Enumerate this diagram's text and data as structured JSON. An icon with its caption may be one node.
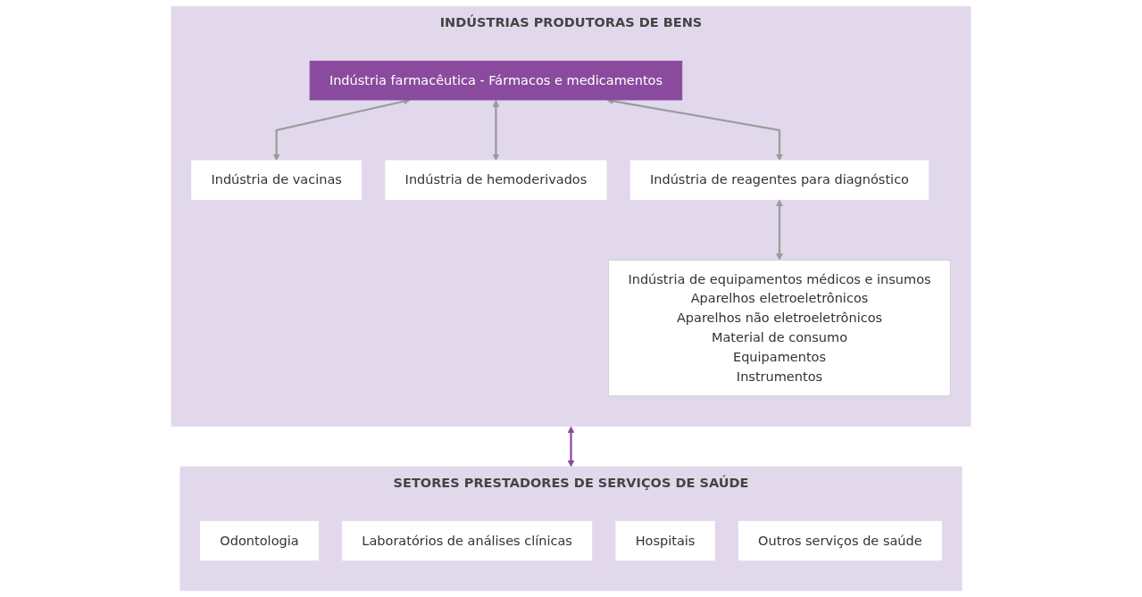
{
  "diagram": {
    "nodes": [
      {
        "text": [
          "INDÚSTRIAS PRODUTORAS DE BENS"
        ]
      },
      {
        "text": [
          "Indústria farmacêutica - Fármacos e medicamentos"
        ],
        "in": 0
      },
      {
        "text": [
          "Indústria de vacinas"
        ],
        "in": 0
      },
      {
        "text": [
          "Indústria de hemoderivados"
        ],
        "in": 0
      },
      {
        "text": [
          "Indústria de reagentes para diagnóstico"
        ],
        "in": 0
      },
      {
        "text": [
          "Indústria de equipamentos médicos e insumos",
          "Aparelhos eletroeletrônicos",
          "Aparelhos não eletroeletrônicos",
          "Material de consumo",
          "Equipamentos",
          "Instrumentos"
        ],
        "in": 0
      },
      {
        "text": [
          "SETORES PRESTADORES DE SERVIÇOS DE SAÚDE"
        ]
      },
      {
        "text": [
          "Odontologia"
        ],
        "in": 6
      },
      {
        "text": [
          "Laboratórios de análises clínicas"
        ],
        "in": 6
      },
      {
        "text": [
          "Hospitais"
        ],
        "in": 6
      },
      {
        "text": [
          "Outros serviços de saúde"
        ],
        "in": 6
      }
    ],
    "edges": [
      {
        "from": 1,
        "to": 2,
        "arrow": "both"
      },
      {
        "from": 1,
        "to": 3,
        "arrow": "both"
      },
      {
        "from": 1,
        "to": 4,
        "arrow": "both"
      },
      {
        "from": 4,
        "to": 5,
        "arrow": "both"
      },
      {
        "from": 0,
        "to": 6,
        "arrow": "both",
        "color": "#8a4a9e"
      }
    ]
  }
}
